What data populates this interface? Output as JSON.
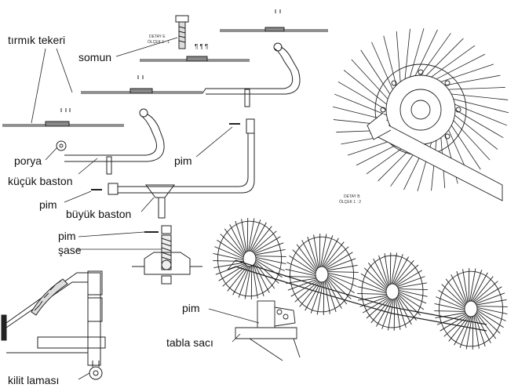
{
  "labels": {
    "tirmik_tekeri": "tırmık tekeri",
    "somun": "somun",
    "porya": "porya",
    "kucuk_baston": "küçük baston",
    "pim_1": "pim",
    "pim_2": "pim",
    "buyuk_baston": "büyük baston",
    "pim_3": "pim",
    "sase": "şase",
    "pim_4": "pim",
    "tabla_saci": "tabla sacı",
    "kilit_lamasi": "kilit laması"
  },
  "detail_e": {
    "title": "DETAY E",
    "scale": "ÖLÇEK 1 : 1"
  },
  "detail_b": {
    "title": "DETAY B",
    "scale": "ÖLÇEK 1 : 2"
  },
  "colors": {
    "line": "#222222",
    "background": "#ffffff"
  }
}
